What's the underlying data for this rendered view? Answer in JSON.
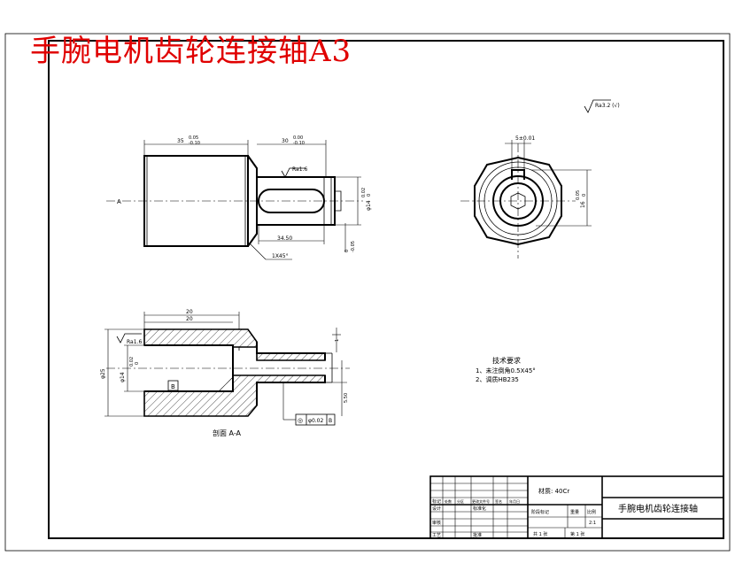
{
  "drawing": {
    "overlay_title": "手腕电机齿轮连接轴A3",
    "section_label": "剖面 A-A",
    "roughness_global": "Ra3.2 (√)",
    "tech_requirements": {
      "heading": "技术要求",
      "items": [
        "1、未注倒角0.5X45°",
        "2、调质HB235"
      ]
    },
    "front_view": {
      "dim_left_length": "35",
      "dim_left_tol_upper": "0.05",
      "dim_left_tol_lower": "-0.10",
      "dim_right_length": "30",
      "dim_right_tol_upper": "0.00",
      "dim_right_tol_lower": "-0.10",
      "roughness_flat": "Ra1.6",
      "dim_keyway_length": "34.50",
      "dim_chamfer": "1X45°",
      "dim_shaft_dia": "φ14",
      "dim_shaft_tol_upper": "0.02",
      "dim_shaft_tol_lower": "0",
      "dim_keyway_width_upper": "0",
      "dim_keyway_width_lower": "-0.05",
      "section_marker": "A"
    },
    "side_view": {
      "dim_key_width": "5±0.01",
      "dim_height": "16",
      "dim_height_tol_upper": "0.05",
      "dim_height_tol_lower": "0"
    },
    "section_view": {
      "dim_top_1": "20",
      "dim_top_2": "20",
      "roughness": "Ra1.6",
      "dim_outer_dia": "φ25",
      "dim_bore_dia": "φ14",
      "dim_bore_tol_upper": "0.02",
      "dim_bore_tol_lower": "0",
      "datum": "B",
      "dim_small": "1",
      "dim_depth": "5.50",
      "gdt_symbol": "◎",
      "gdt_value": "φ0.02",
      "gdt_datum": "B"
    }
  },
  "title_block": {
    "material": "材质: 40Cr",
    "part_name": "手腕电机齿轮连接轴",
    "row_labels": [
      "标记",
      "设计",
      "审核",
      "工艺"
    ],
    "header_cells": [
      "处数",
      "分区",
      "更改文件号",
      "签名",
      "年月日"
    ],
    "label_standard": "标准化",
    "label_approve": "批准",
    "label_stage": "阶段标记",
    "label_weight": "重量",
    "label_scale": "比例",
    "scale_value": "2:1",
    "sheet_total": "共 1 张",
    "sheet_num": "第 1 张"
  }
}
